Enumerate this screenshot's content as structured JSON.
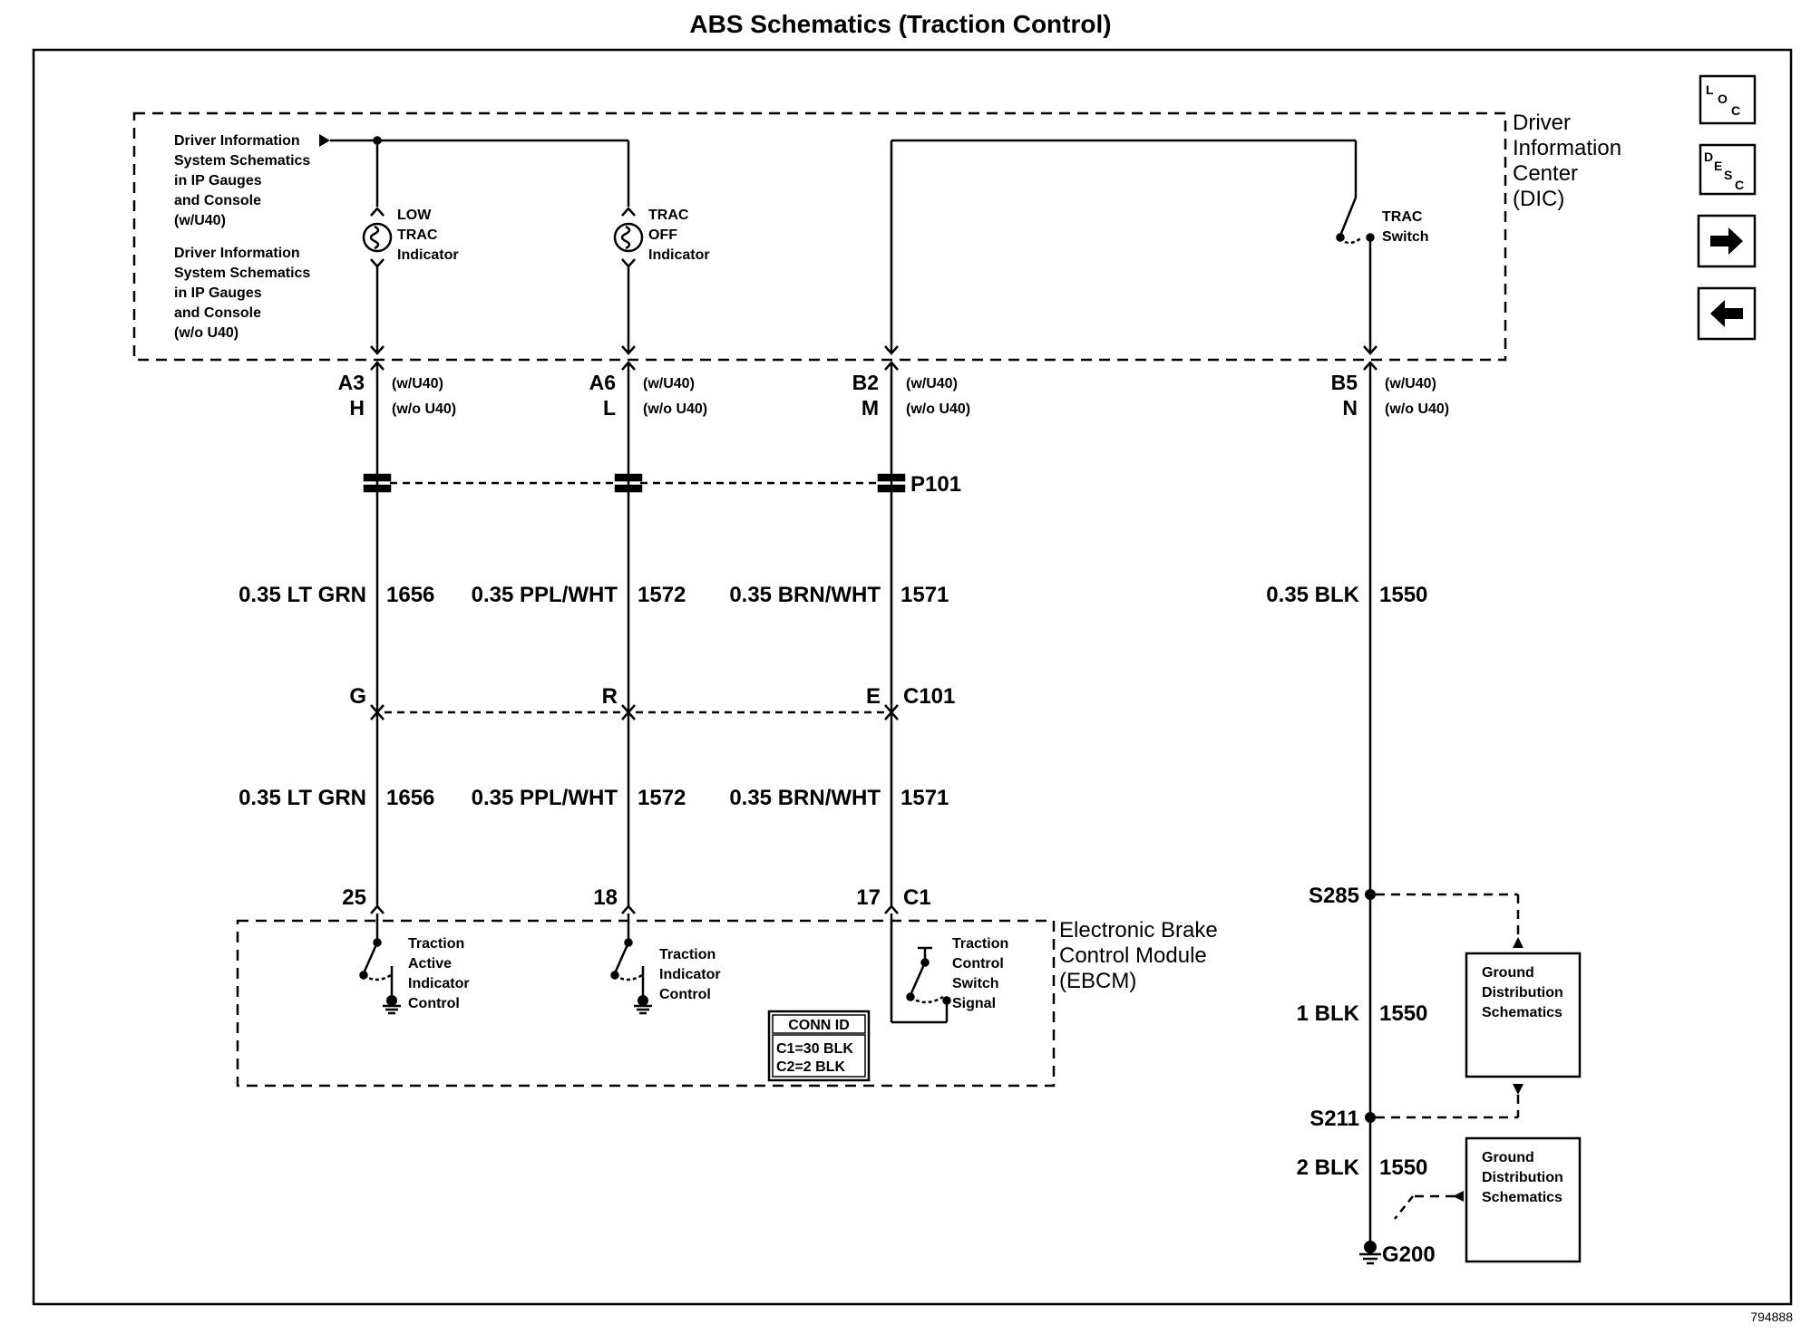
{
  "title": "ABS Schematics (Traction Control)",
  "figure_number": "794888",
  "nav": {
    "loc": {
      "main": "L",
      "sub1": "O",
      "sub2": "C"
    },
    "desc": {
      "main": "D",
      "sub1": "E",
      "sub2": "S",
      "sub3": "C"
    },
    "next_icon": "arrow-right-icon",
    "prev_icon": "arrow-left-icon"
  },
  "dic": {
    "name_lines": [
      "Driver",
      "Information",
      "Center",
      "(DIC)"
    ],
    "ref_note_1": [
      "Driver Information",
      "System Schematics",
      "in IP Gauges",
      "and Console",
      "(w/U40)"
    ],
    "ref_note_2": [
      "Driver Information",
      "System Schematics",
      "in IP Gauges",
      "and Console",
      "(w/o U40)"
    ],
    "low_trac": [
      "LOW",
      "TRAC",
      "Indicator"
    ],
    "trac_off": [
      "TRAC",
      "OFF",
      "Indicator"
    ],
    "trac_switch": [
      "TRAC",
      "Switch"
    ]
  },
  "pins": {
    "col1": {
      "a": "A3",
      "b": "H"
    },
    "col2": {
      "a": "A6",
      "b": "L"
    },
    "col3": {
      "a": "B2",
      "b": "M"
    },
    "col4": {
      "a": "B5",
      "b": "N"
    },
    "w_u40": "(w/U40)",
    "wo_u40": "(w/o U40)"
  },
  "connectors": {
    "p101": "P101",
    "c101": "C101",
    "c101_pins": [
      "G",
      "R",
      "E"
    ],
    "c1": "C1",
    "c1_pins": [
      "25",
      "18",
      "17"
    ]
  },
  "wires": {
    "col1": {
      "color": "0.35 LT GRN",
      "circuit": "1656"
    },
    "col2": {
      "color": "0.35 PPL/WHT",
      "circuit": "1572"
    },
    "col3": {
      "color": "0.35 BRN/WHT",
      "circuit": "1571"
    },
    "col4": {
      "color": "0.35 BLK",
      "circuit": "1550"
    },
    "seg_s285_s211": {
      "color": "1 BLK",
      "circuit": "1550"
    },
    "seg_s211_g200": {
      "color": "2 BLK",
      "circuit": "1550"
    }
  },
  "splices": {
    "s285": "S285",
    "s211": "S211",
    "g200": "G200"
  },
  "ground_boxes": [
    [
      "Ground",
      "Distribution",
      "Schematics"
    ],
    [
      "Ground",
      "Distribution",
      "Schematics"
    ]
  ],
  "ebcm": {
    "name_lines": [
      "Electronic Brake",
      "Control Module",
      "(EBCM)"
    ],
    "sw1": [
      "Traction",
      "Active",
      "Indicator",
      "Control"
    ],
    "sw2": [
      "Traction",
      "Indicator",
      "Control"
    ],
    "sw3": [
      "Traction",
      "Control",
      "Switch",
      "Signal"
    ],
    "conn_id": {
      "header": "CONN ID",
      "rows": [
        "C1=30 BLK",
        "C2=2 BLK"
      ]
    }
  }
}
